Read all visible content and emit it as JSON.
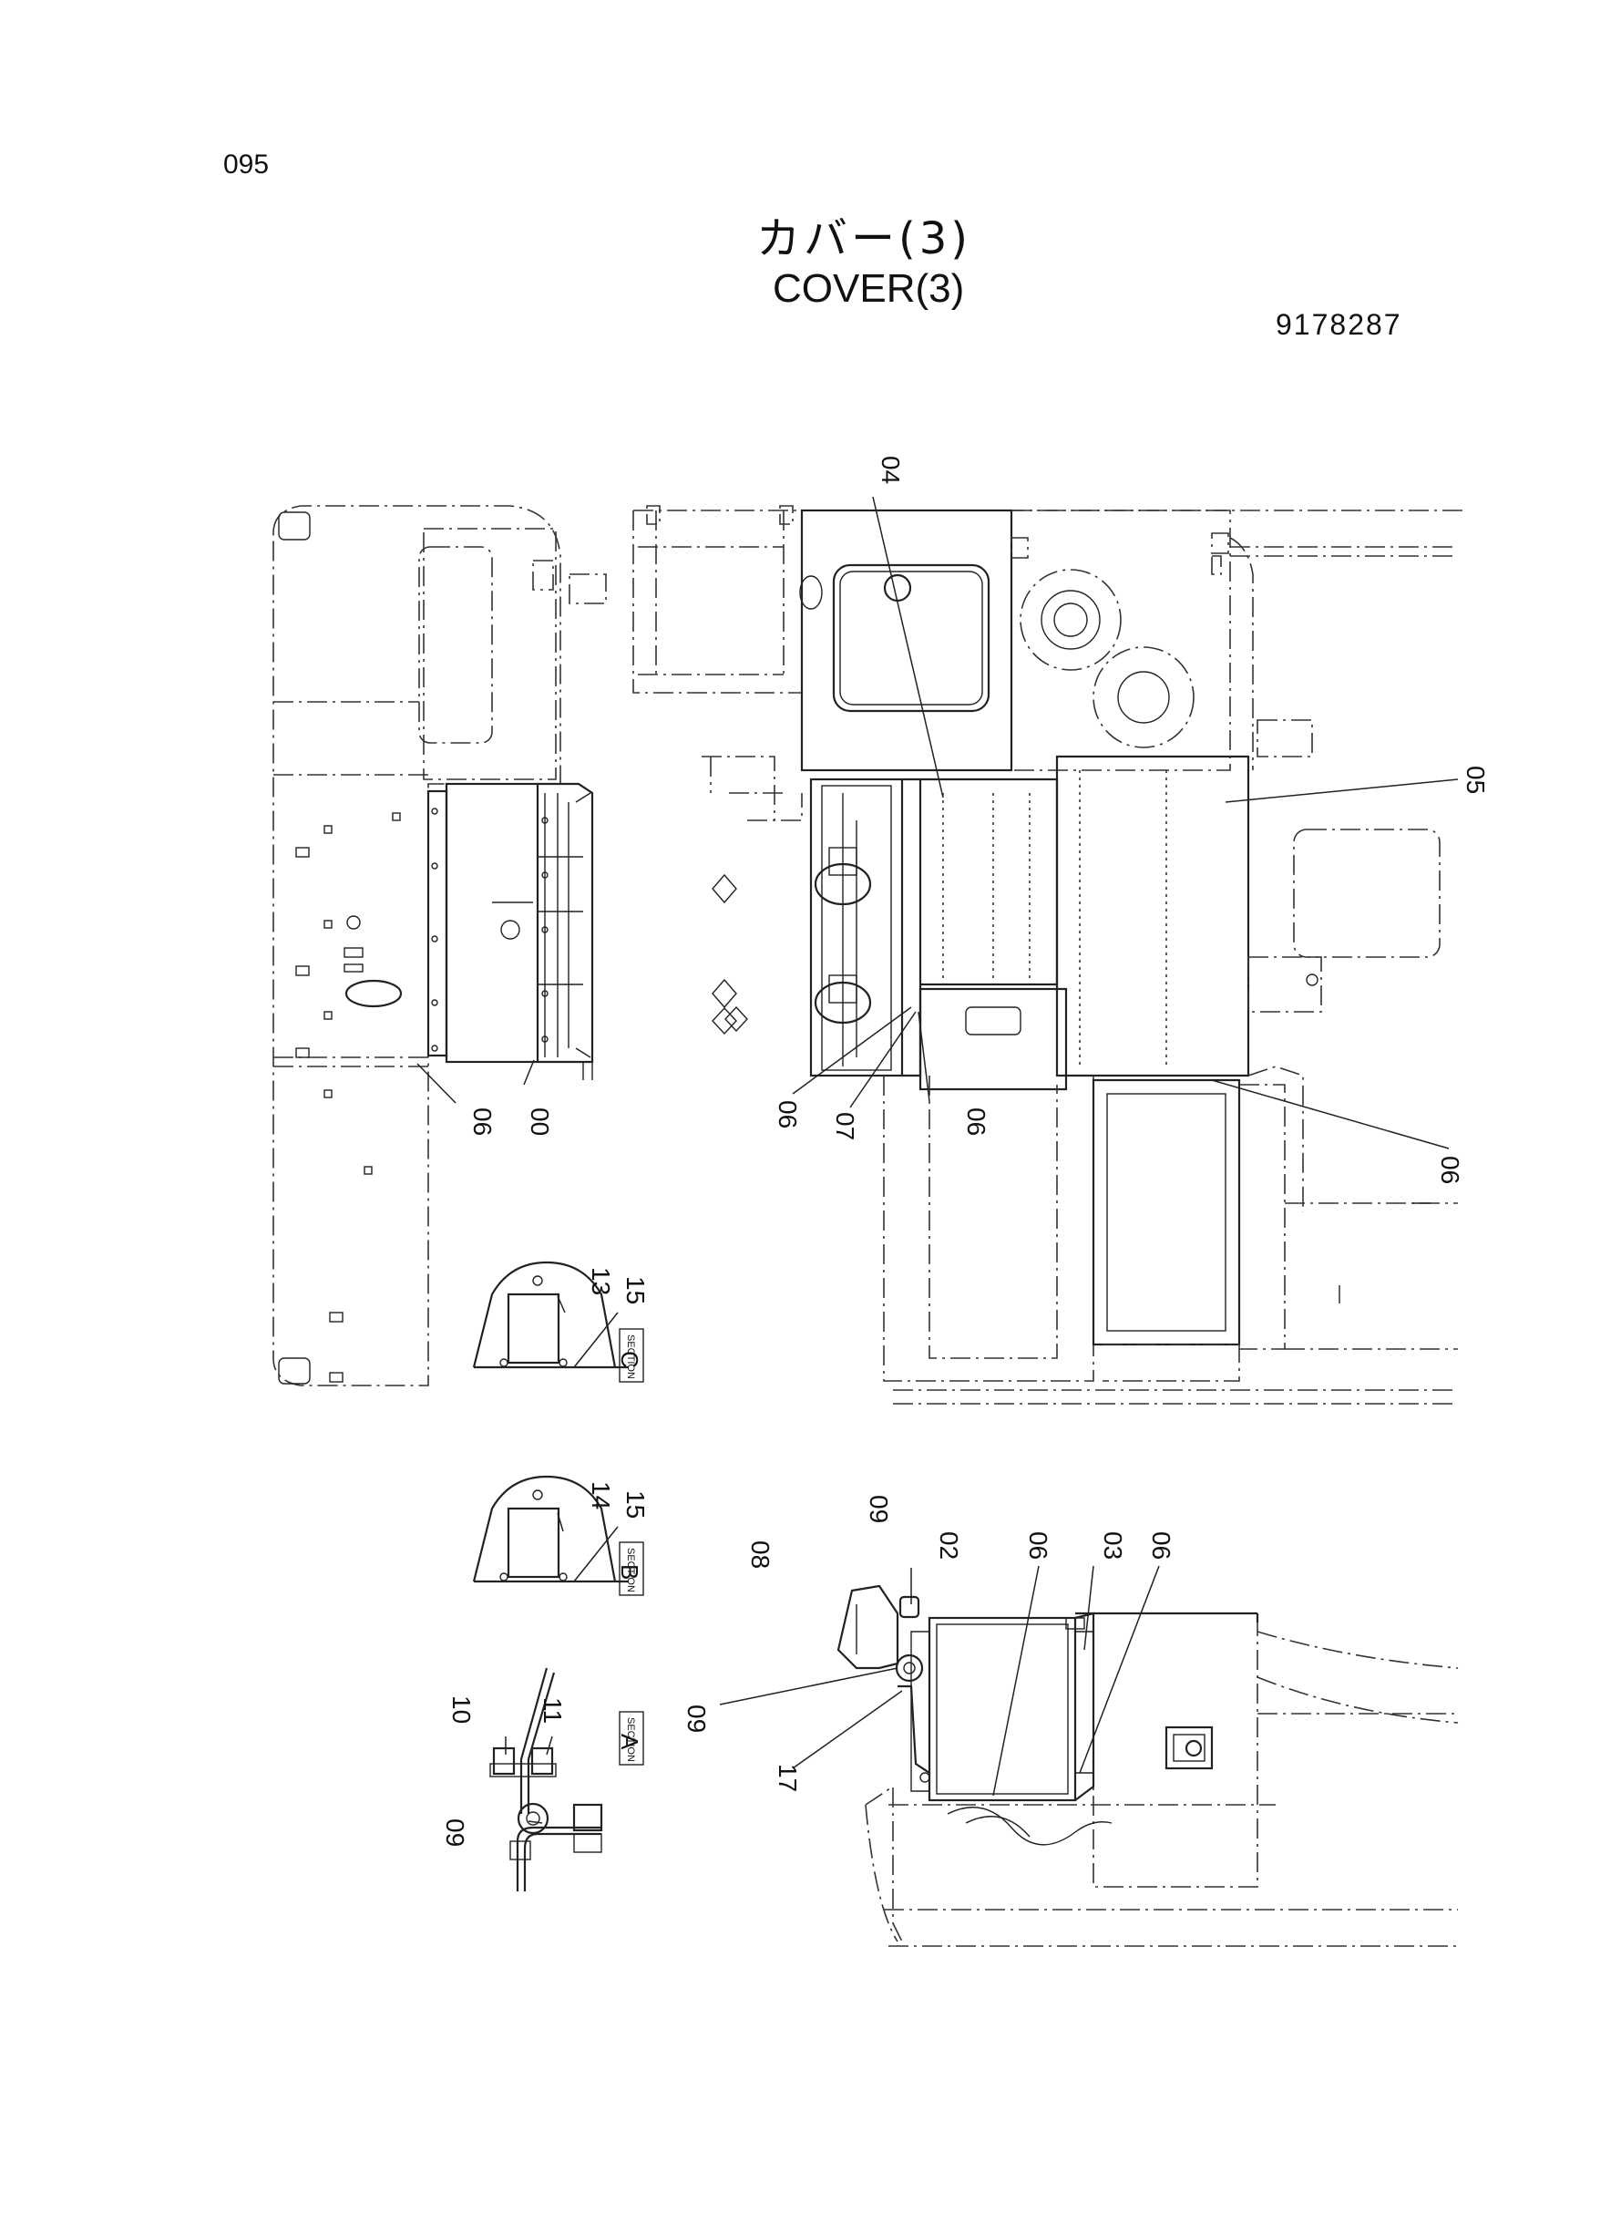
{
  "header": {
    "page_number": "095",
    "title_jp": "カバー(3)",
    "title_en": "COVER(3)",
    "drawing_number": "9178287"
  },
  "callouts": [
    {
      "id": "c04a",
      "label": "04"
    },
    {
      "id": "c05",
      "label": "05"
    },
    {
      "id": "c06a",
      "label": "06"
    },
    {
      "id": "c00",
      "label": "00"
    },
    {
      "id": "c06b",
      "label": "06"
    },
    {
      "id": "c07",
      "label": "07"
    },
    {
      "id": "c06c",
      "label": "06"
    },
    {
      "id": "c06d",
      "label": "06"
    },
    {
      "id": "c13",
      "label": "13"
    },
    {
      "id": "c15a",
      "label": "15"
    },
    {
      "id": "c14",
      "label": "14"
    },
    {
      "id": "c15b",
      "label": "15"
    },
    {
      "id": "c09a",
      "label": "09"
    },
    {
      "id": "c08",
      "label": "08"
    },
    {
      "id": "c02",
      "label": "02"
    },
    {
      "id": "c06e",
      "label": "06"
    },
    {
      "id": "c03",
      "label": "03"
    },
    {
      "id": "c06f",
      "label": "06"
    },
    {
      "id": "c09b",
      "label": "09"
    },
    {
      "id": "c17",
      "label": "17"
    },
    {
      "id": "c10",
      "label": "10"
    },
    {
      "id": "c11",
      "label": "11"
    },
    {
      "id": "c09c",
      "label": "09"
    }
  ],
  "sections": {
    "word": "SECTION",
    "c": "C",
    "b": "B",
    "a": "A"
  }
}
